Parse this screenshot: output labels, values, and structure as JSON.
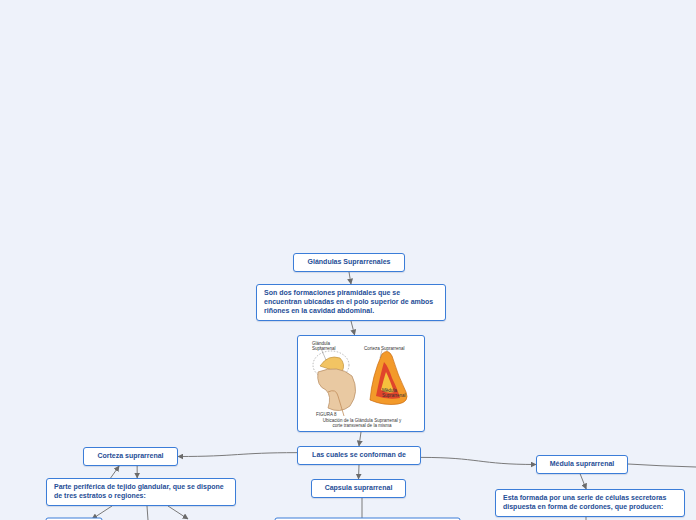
{
  "diagram": {
    "nodes": [
      {
        "text": [
          "Glándulas Suprarrenales"
        ]
      },
      {
        "text": [
          "Son dos formaciones piramidales que se encuentran ubicadas en el polo superior de ambos riñones en la cavidad abdominal."
        ]
      },
      {
        "text": [
          "Glándula Suprarrenal",
          "Corteza Suprarrenal",
          "Médula Suprarrenal",
          "FIGURA 8",
          "Ubicación de la Glándula Suprarrenal y corte transversal de la misma"
        ]
      },
      {
        "text": [
          "Las cuales se conforman de"
        ]
      },
      {
        "text": [
          "Corteza suprarrenal"
        ]
      },
      {
        "text": [
          "Capsula suprarrenal"
        ]
      },
      {
        "text": [
          "Médula suprarrenal"
        ]
      },
      {
        "text": [
          "Parte periférica de tejido glandular, que se dispone de tres estratos o regiones:"
        ]
      },
      {
        "text": [
          "Esta  formada por una serie de células secretoras dispuesta en forma de cordones, que producen:"
        ]
      }
    ],
    "edges": [
      {
        "from": 0,
        "to": 1,
        "arrow": "to"
      },
      {
        "from": 1,
        "to": 2,
        "arrow": "to"
      },
      {
        "from": 2,
        "to": 3,
        "arrow": "to"
      },
      {
        "from": 3,
        "to": 4,
        "arrow": "to"
      },
      {
        "from": 3,
        "to": 5,
        "arrow": "to"
      },
      {
        "from": 3,
        "to": 6,
        "arrow": "to"
      },
      {
        "from": 4,
        "to": 7,
        "arrow": "to"
      },
      {
        "from": 7,
        "to": 4,
        "arrow": "to"
      },
      {
        "from": 6,
        "to": 8,
        "arrow": "to"
      }
    ]
  }
}
